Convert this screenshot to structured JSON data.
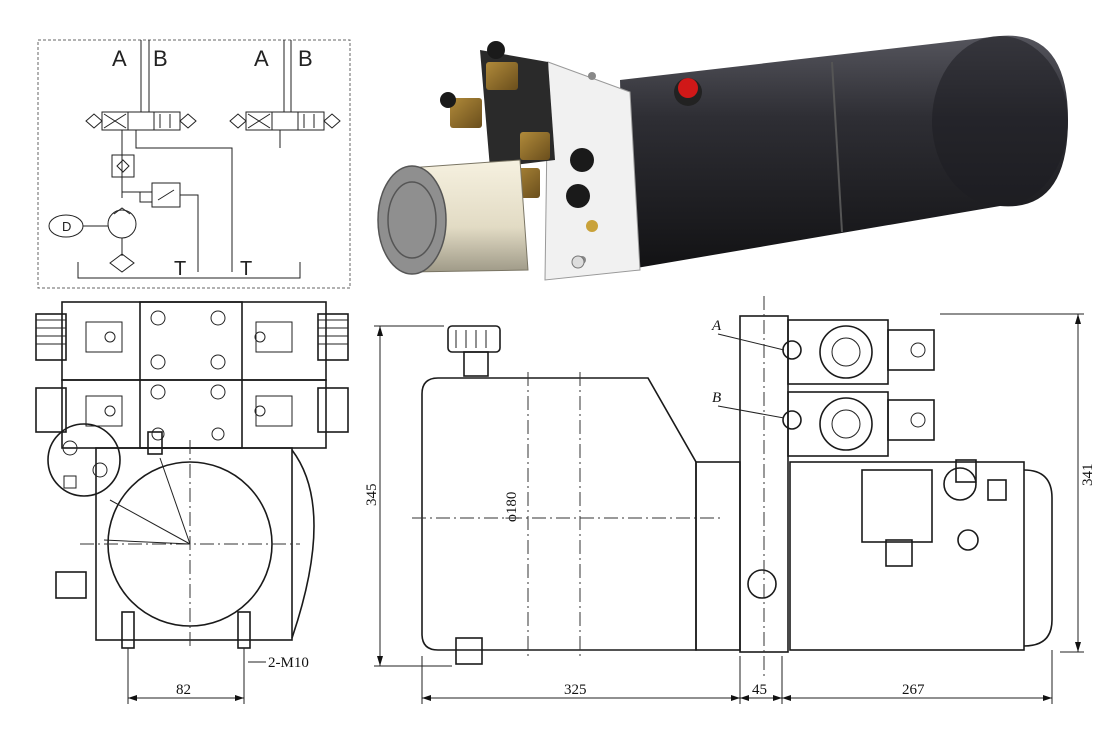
{
  "schematic": {
    "port_a_left": "A",
    "port_b_left": "B",
    "port_a_right": "A",
    "port_b_right": "B",
    "motor": "D",
    "tank_left": "T",
    "tank_right": "T"
  },
  "front_view": {
    "thread_label": "2-M10",
    "width_dim": "82"
  },
  "side_view": {
    "port_a": "A",
    "port_b": "B",
    "tank_diameter": "ϕ180",
    "height_left": "345",
    "height_right": "341",
    "length_tank": "325",
    "length_block": "45",
    "length_motor": "267"
  },
  "colors": {
    "tank_body": "#2a2a30",
    "coil": "#8a6a2a",
    "cap": "#d01818",
    "motor_housing": "#e8e2cf"
  }
}
